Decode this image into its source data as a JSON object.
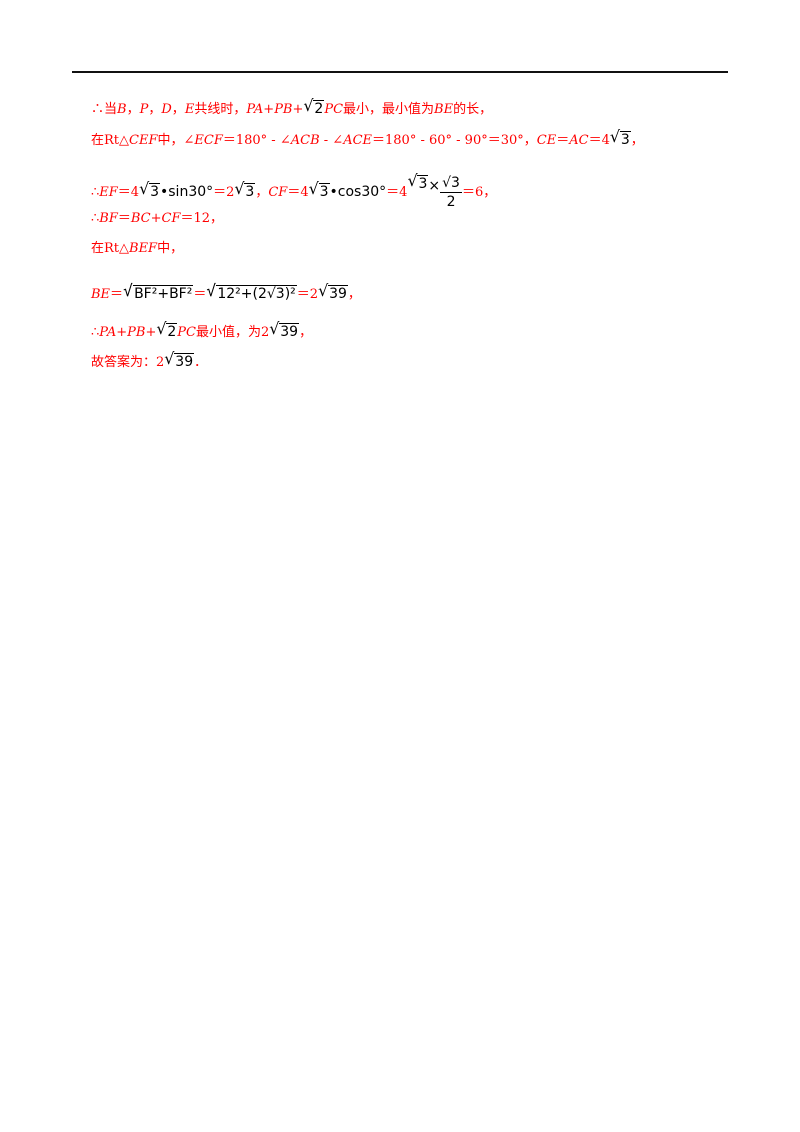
{
  "lines": {
    "l1": {
      "a": "∴当",
      "b": "B",
      "c": "，",
      "d": "P",
      "e": "，",
      "f": "D",
      "g": "，",
      "h": "E",
      "i": "共线时，",
      "j": "PA",
      "k": "+",
      "l": "PB",
      "m": "+",
      "sq": "2",
      "n": "PC",
      "o": "最小，最小值为",
      "p": "BE",
      "q": "的长，"
    },
    "l2": {
      "a": "在Rt△",
      "b": "CEF",
      "c": "中，∠",
      "d": "ECF",
      "e": "＝180° - ∠",
      "f": "ACB",
      "g": " - ∠",
      "h": "ACE",
      "i": "＝180° - 60° - 90°＝30°，",
      "j": "CE",
      "k": "＝",
      "l": "AC",
      "m": "＝4",
      "sq": "3",
      "n": "，"
    },
    "l3": {
      "a": "∴",
      "b": "EF",
      "c": "＝4",
      "sq1": "3",
      "d": "•sin30°",
      "e": "＝2",
      "sq2": "3",
      "f": "，",
      "g": "CF",
      "h": "＝4",
      "sq3": "3",
      "i": "•cos30°",
      "j": "＝4",
      "sq4": "3",
      "k": "×",
      "num": "√3",
      "den": "2",
      "l": "＝6，"
    },
    "l4": {
      "a": "∴",
      "b": "BF",
      "c": "＝",
      "d": "BC",
      "e": "+",
      "f": "CF",
      "g": "＝12，"
    },
    "l5": {
      "a": "在Rt△",
      "b": "BEF",
      "c": "中，"
    },
    "l6": {
      "a": "BE",
      "b": "＝",
      "sq1": "BF²+BF²",
      "c": "＝",
      "sq2": "12²+(2√3)²",
      "d": "＝2",
      "sq3": "39",
      "e": "，"
    },
    "l7": {
      "a": "∴",
      "b": "PA",
      "c": "+",
      "d": "PB",
      "e": "+",
      "sq1": "2",
      "f": "PC",
      "g": "最小值，为2",
      "sq2": "39",
      "h": "，"
    },
    "l8": {
      "a": "故答案为：2",
      "sq": "39",
      "b": "．"
    }
  }
}
